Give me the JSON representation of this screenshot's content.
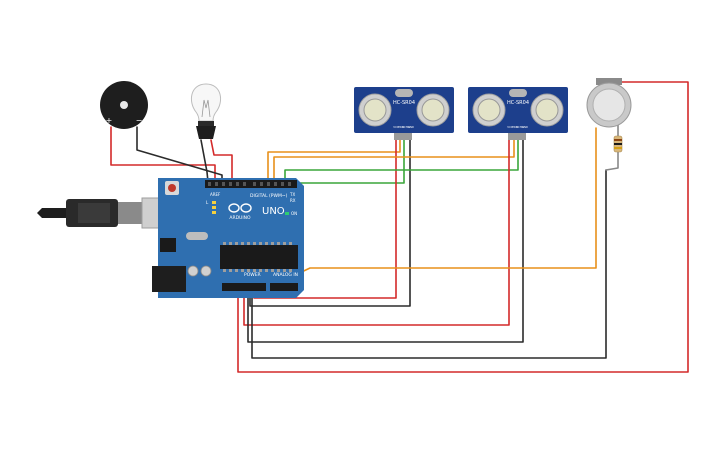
{
  "board": {
    "brand": "ARDUINO",
    "model": "UNO",
    "digital_label": "DIGITAL (PWM~)",
    "power_label": "POWER",
    "analog_label": "ANALOG IN",
    "tx_label": "TX",
    "rx_label": "RX",
    "l_label": "L",
    "on_label": "ON",
    "aref_label": "AREF"
  },
  "sensors": [
    {
      "label": "HC-SR04",
      "pins": [
        "VCC",
        "TRIG",
        "ECHO",
        "GND"
      ]
    },
    {
      "label": "HC-SR04",
      "pins": [
        "VCC",
        "TRIG",
        "ECHO",
        "GND"
      ]
    }
  ],
  "buzzer": {
    "plus": "+",
    "minus": "−"
  },
  "colors": {
    "board": "#2f6fb0",
    "board_dark": "#245a92",
    "sensor": "#1d3f8c",
    "wire_red": "#d42a2a",
    "wire_black": "#2b2b2b",
    "wire_orange": "#e8901a",
    "wire_green": "#3aa63a",
    "buzzer": "#1e1e1e",
    "gas_sensor": "#c9c9c9"
  }
}
